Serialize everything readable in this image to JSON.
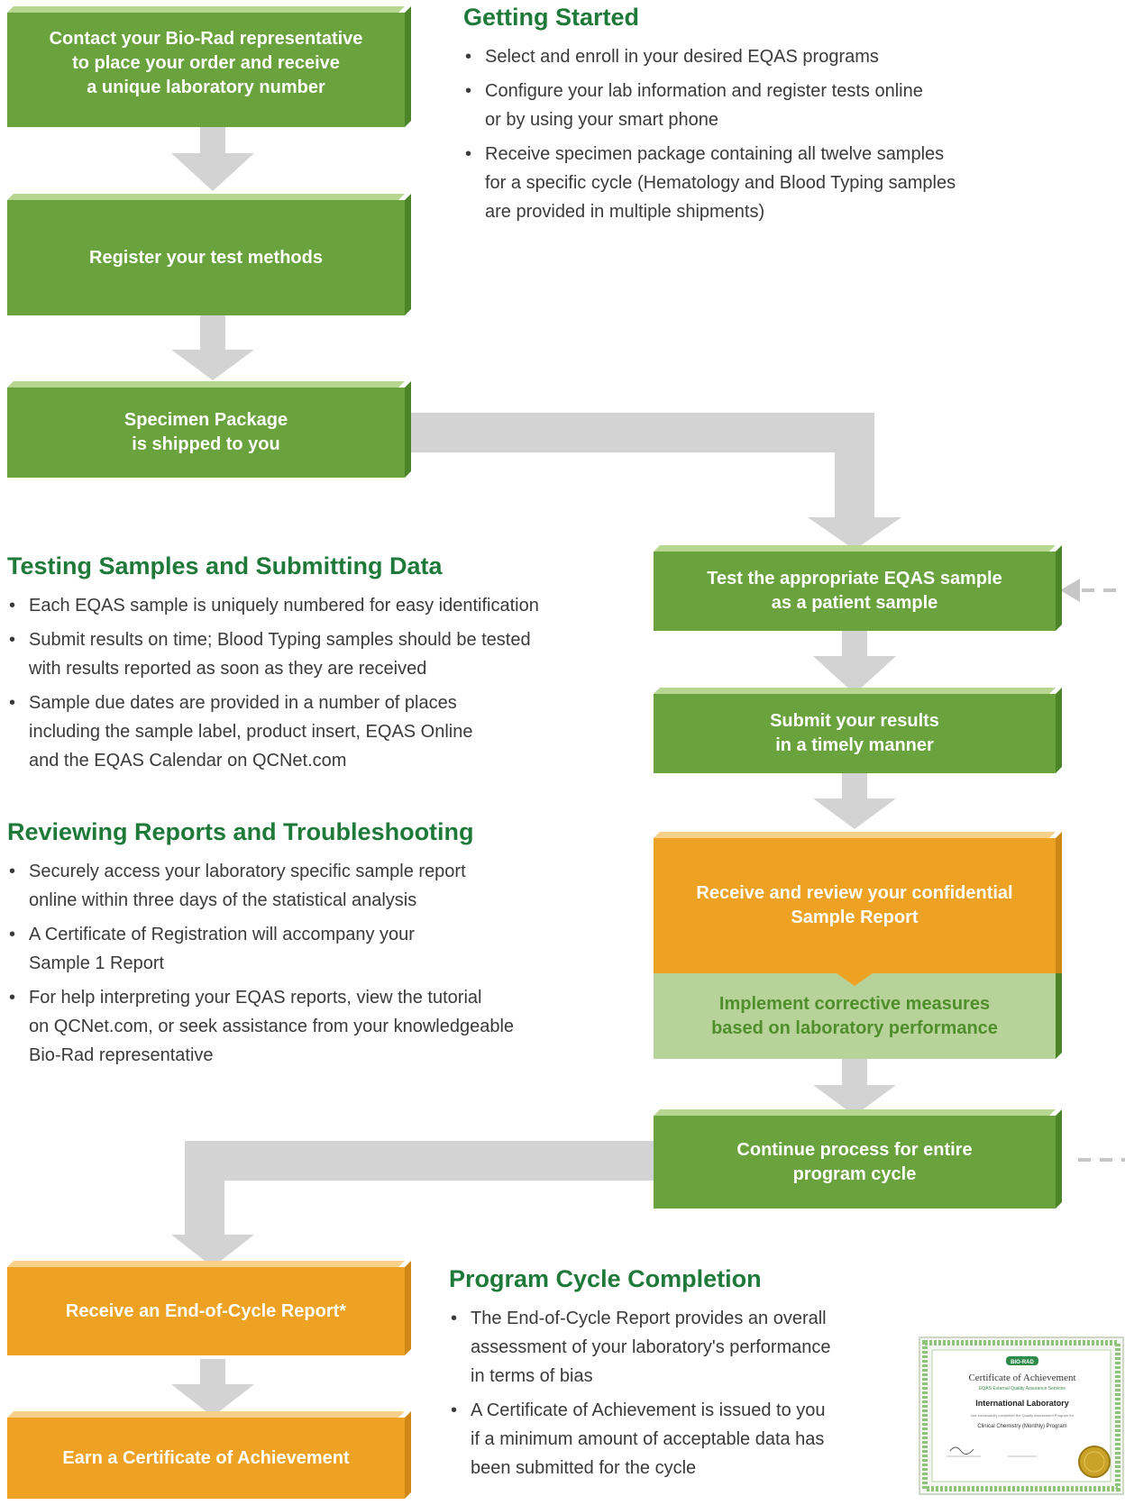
{
  "flow": {
    "contact": "Contact your Bio-Rad representative\nto place your order and receive\na unique laboratory number",
    "register": "Register your test methods",
    "specimen": "Specimen Package\nis shipped to you",
    "test": "Test the appropriate EQAS sample\nas a patient sample",
    "submit": "Submit your results\nin a timely manner",
    "receive": "Receive and review your confidential\nSample Report",
    "implement": "Implement corrective measures\nbased on laboratory performance",
    "continue": "Continue process for entire\nprogram cycle",
    "end_report": "Receive an End-of-Cycle Report*",
    "certificate": "Earn a Certificate of Achievement"
  },
  "getting_started": {
    "title": "Getting Started",
    "items": [
      "Select and enroll in your desired EQAS programs",
      "Configure your lab information and register tests online\nor by using your smart phone",
      "Receive specimen package containing all twelve samples\nfor a specific cycle (Hematology and Blood Typing samples\nare provided in multiple shipments)"
    ]
  },
  "testing": {
    "title": "Testing Samples and Submitting Data",
    "items": [
      "Each EQAS sample is uniquely numbered for easy identification",
      "Submit results on time; Blood Typing samples should be tested\nwith results reported as soon as they are received",
      "Sample due dates are provided in a number of places\nincluding the sample label, product insert, EQAS Online\nand the EQAS Calendar on QCNet.com"
    ]
  },
  "reviewing": {
    "title": "Reviewing Reports and Troubleshooting",
    "items": [
      "Securely access your laboratory specific sample report\nonline within three days of the statistical analysis",
      "A Certificate of Registration will accompany your\nSample 1 Report",
      "For help interpreting your EQAS reports, view the tutorial\non QCNet.com, or seek assistance from your knowledgeable\nBio-Rad representative"
    ]
  },
  "completion": {
    "title": "Program Cycle Completion",
    "items": [
      "The End-of-Cycle Report provides an overall\nassessment of your laboratory's performance\nin terms of bias",
      "A Certificate of Achievement is issued to you\nif a minimum amount of acceptable data has\nbeen submitted for the cycle"
    ]
  },
  "cert_image": {
    "badge": "BIO-RAD",
    "heading": "Certificate of Achievement",
    "subheading": "EQAS External Quality Assurance Services",
    "lab": "International Laboratory",
    "line": "has successfully completed the Quality Assessment Program for",
    "program": "Clinical Chemistry (Monthly) Program"
  },
  "colors": {
    "green": "#6aa23e",
    "orange": "#eda224",
    "light_green": "#b8d39a",
    "heading_green": "#1f7a3a",
    "connector_gray": "#d3d3d3"
  }
}
